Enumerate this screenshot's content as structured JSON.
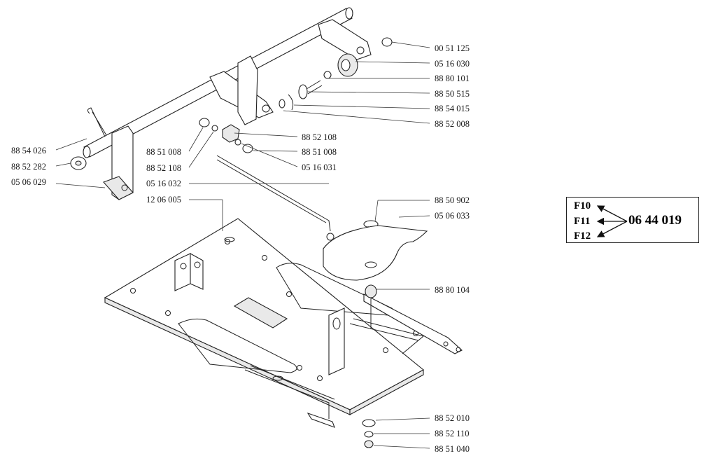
{
  "parts": [
    {
      "id": "p1",
      "number": "00 51 125"
    },
    {
      "id": "p2",
      "number": "05 16 030"
    },
    {
      "id": "p3",
      "number": "88 80 101"
    },
    {
      "id": "p4",
      "number": "88 50 515"
    },
    {
      "id": "p5",
      "number": "88 54 015"
    },
    {
      "id": "p6",
      "number": "88 52 008"
    },
    {
      "id": "p7",
      "number": "88 52 108"
    },
    {
      "id": "p8",
      "number": "88 51 008"
    },
    {
      "id": "p9",
      "number": "05 16 031"
    },
    {
      "id": "p10",
      "number": "88 54 026"
    },
    {
      "id": "p11",
      "number": "88 52 282"
    },
    {
      "id": "p12",
      "number": "05 06 029"
    },
    {
      "id": "p13",
      "number": "88 51 008"
    },
    {
      "id": "p14",
      "number": "88 52 108"
    },
    {
      "id": "p15",
      "number": "05 16 032"
    },
    {
      "id": "p16",
      "number": "12 06 005"
    },
    {
      "id": "p17",
      "number": "88 50 902"
    },
    {
      "id": "p18",
      "number": "05 06 033"
    },
    {
      "id": "p19",
      "number": "88 80 104"
    },
    {
      "id": "p20",
      "number": "88 52 010"
    },
    {
      "id": "p21",
      "number": "88 52 110"
    },
    {
      "id": "p22",
      "number": "88 51 040"
    }
  ],
  "reference": {
    "f1": "F10",
    "f2": "F11",
    "f3": "F12",
    "number": "06 44 019"
  }
}
